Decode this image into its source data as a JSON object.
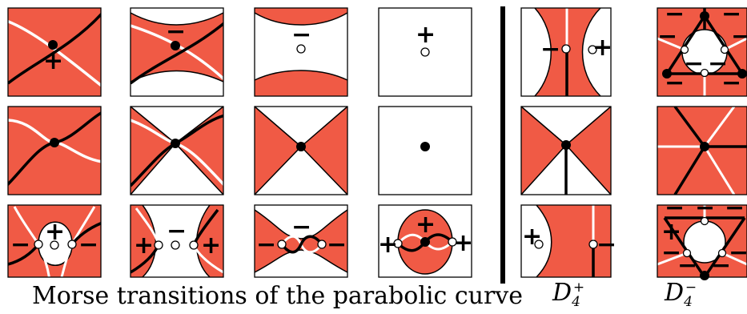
{
  "caption": "Morse transitions of the parabolic curve",
  "d4_plus": {
    "main": "D",
    "sub": "4",
    "sup": "+"
  },
  "d4_minus": {
    "main": "D",
    "sub": "4",
    "sup": "−"
  },
  "colors": {
    "fill": "#f05a45",
    "white_curve": "#ffffff",
    "black_curve": "#000000"
  },
  "signs": {
    "plus": "+",
    "minus": "−"
  }
}
